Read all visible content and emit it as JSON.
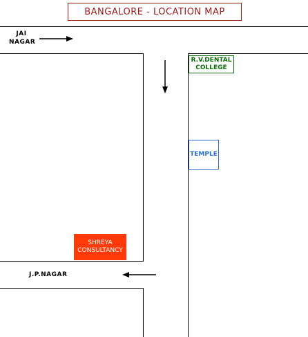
{
  "title": "BANGALORE - LOCATION MAP",
  "labels": {
    "jai_nagar_line1": "JAI",
    "jai_nagar_line2": "NAGAR",
    "jp_nagar": "J.P.NAGAR"
  },
  "landmarks": {
    "dental_line1": "R.V.DENTAL",
    "dental_line2": "COLLEGE",
    "temple": "TEMPLE",
    "shreya_line1": "SHREYA",
    "shreya_line2": "CONSULTANCY"
  },
  "colors": {
    "title": "#9a1a1a",
    "dental": "#0b6b0b",
    "temple": "#2a6fc9",
    "shreya_bg": "#ff3a0a",
    "roads": "#000000"
  }
}
